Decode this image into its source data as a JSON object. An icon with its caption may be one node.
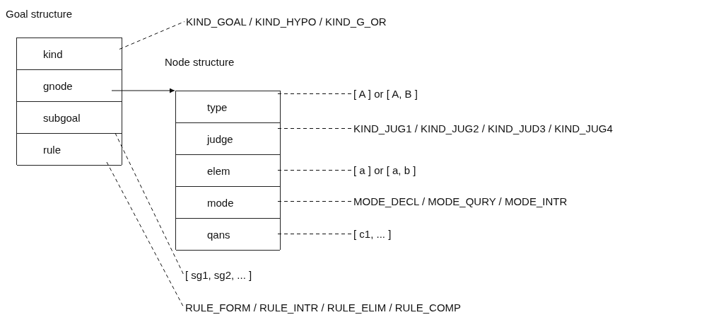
{
  "diagram": {
    "nodes": [
      {
        "text": [
          "Goal structure"
        ]
      },
      {
        "text": [
          "kind"
        ],
        "in": 0
      },
      {
        "text": [
          "gnode"
        ],
        "in": 0
      },
      {
        "text": [
          "subgoal"
        ],
        "in": 0
      },
      {
        "text": [
          "rule"
        ],
        "in": 0
      },
      {
        "text": [
          "Node structure"
        ]
      },
      {
        "text": [
          "type"
        ],
        "in": 5
      },
      {
        "text": [
          "judge"
        ],
        "in": 5
      },
      {
        "text": [
          "elem"
        ],
        "in": 5
      },
      {
        "text": [
          "mode"
        ],
        "in": 5
      },
      {
        "text": [
          "qans"
        ],
        "in": 5
      },
      {
        "text": [
          "KIND_GOAL / KIND_HYPO / KIND_G_OR"
        ]
      },
      {
        "text": [
          "[ A ]  or  [ A, B ]"
        ]
      },
      {
        "text": [
          "KIND_JUG1 / KIND_JUG2 / KIND_JUD3 / KIND_JUG4"
        ]
      },
      {
        "text": [
          "[ a ]  or [ a, b ]"
        ]
      },
      {
        "text": [
          "MODE_DECL / MODE_QURY / MODE_INTR"
        ]
      },
      {
        "text": [
          "[ c1, ... ]"
        ]
      },
      {
        "text": [
          "[ sg1, sg2, ... ]"
        ]
      },
      {
        "text": [
          "RULE_FORM / RULE_INTR / RULE_ELIM / RULE_COMP"
        ]
      }
    ],
    "edges": [
      {
        "from": 2,
        "to": 5,
        "arrow": "to"
      },
      {
        "from": 1,
        "to": 11,
        "arrow": "none",
        "style": "dashed"
      },
      {
        "from": 6,
        "to": 12,
        "arrow": "none",
        "style": "dashed"
      },
      {
        "from": 7,
        "to": 13,
        "arrow": "none",
        "style": "dashed"
      },
      {
        "from": 8,
        "to": 14,
        "arrow": "none",
        "style": "dashed"
      },
      {
        "from": 9,
        "to": 15,
        "arrow": "none",
        "style": "dashed"
      },
      {
        "from": 10,
        "to": 16,
        "arrow": "none",
        "style": "dashed"
      },
      {
        "from": 3,
        "to": 17,
        "arrow": "none",
        "style": "dashed"
      },
      {
        "from": 4,
        "to": 18,
        "arrow": "none",
        "style": "dashed"
      }
    ]
  }
}
